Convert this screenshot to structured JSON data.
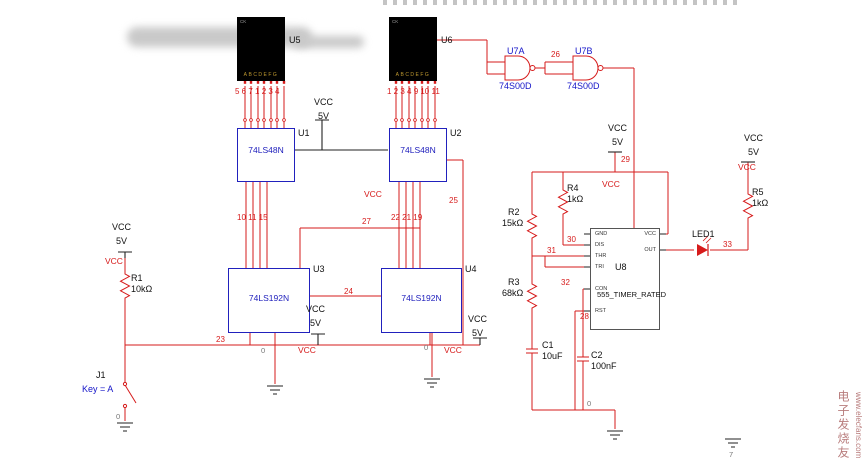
{
  "power": {
    "vcc": "VCC",
    "v5": "5V",
    "zero": "0",
    "n7": "7"
  },
  "nets": {
    "n23": "23",
    "n24": "24",
    "n25": "25",
    "n26": "26",
    "n27": "27",
    "n28": "28",
    "n29": "29",
    "n30": "30",
    "n31": "31",
    "n32": "32",
    "n33": "33",
    "busL": "10 11 15",
    "busR": "22 21 19",
    "u5pins": "5 6 7 1 2 3 4",
    "u6pins": "1 2 3 4 9 10 11"
  },
  "parts": {
    "u5": {
      "ref": "U5",
      "segs": "ABCDEFG",
      "corner": "CK"
    },
    "u6": {
      "ref": "U6",
      "segs": "ABCDEFG",
      "corner": "CK"
    },
    "u1": {
      "ref": "U1",
      "part": "74LS48N"
    },
    "u2": {
      "ref": "U2",
      "part": "74LS48N"
    },
    "u3": {
      "ref": "U3",
      "part": "74LS192N"
    },
    "u4": {
      "ref": "U4",
      "part": "74LS192N"
    },
    "u7a": {
      "ref": "U7A",
      "part": "74S00D"
    },
    "u7b": {
      "ref": "U7B",
      "part": "74S00D"
    },
    "u8": {
      "ref": "U8",
      "part": "555_TIMER_RATED",
      "pins": {
        "gnd": "GND",
        "dis": "DIS",
        "thr": "THR",
        "tri": "TRI",
        "con": "CON",
        "rst": "RST",
        "vcc": "VCC",
        "out": "OUT"
      }
    },
    "r1": {
      "ref": "R1",
      "value": "10kΩ"
    },
    "r2": {
      "ref": "R2",
      "value": "15kΩ"
    },
    "r3": {
      "ref": "R3",
      "value": "68kΩ"
    },
    "r4": {
      "ref": "R4",
      "value": "1kΩ"
    },
    "r5": {
      "ref": "R5",
      "value": "1kΩ"
    },
    "c1": {
      "ref": "C1",
      "value": "10uF"
    },
    "c2": {
      "ref": "C2",
      "value": "100nF"
    },
    "led1": {
      "ref": "LED1"
    },
    "j1": {
      "ref": "J1",
      "key": "Key = A"
    }
  },
  "watermark": {
    "cn": "电子发烧友",
    "url": "www.elecfans.com"
  }
}
